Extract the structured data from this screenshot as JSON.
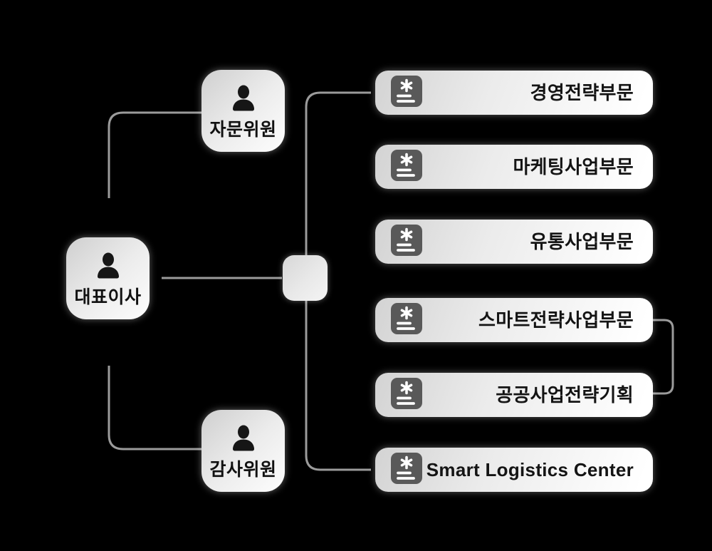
{
  "canvas": {
    "background_color": "#000000",
    "connector_color": "#9b9b9b",
    "node_text_color": "#111111",
    "icon_box_color": "#595959"
  },
  "executive": {
    "label": "대표이사"
  },
  "committees": {
    "advisor": {
      "label": "자문위원"
    },
    "auditor": {
      "label": "감사위원"
    }
  },
  "divisions": [
    {
      "label": "경영전략부문"
    },
    {
      "label": "마케팅사업부문"
    },
    {
      "label": "유통사업부문"
    },
    {
      "label": "스마트전략사업부문"
    },
    {
      "label": "공공사업전략기획"
    },
    {
      "label": "Smart Logistics Center"
    }
  ],
  "icons": {
    "person": "person-silhouette-icon",
    "division": "document-asterisk-icon"
  }
}
